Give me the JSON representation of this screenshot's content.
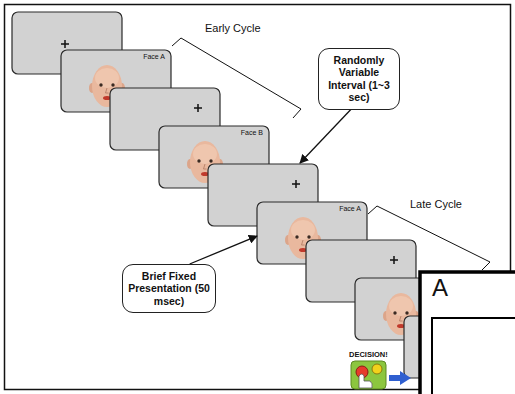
{
  "diagram": {
    "nodes": [
      {
        "text": [
          "Face A"
        ]
      },
      {
        "text": [
          "Randomly Variable Interval (1~3 sec)"
        ]
      },
      {
        "text": [
          "Face B"
        ]
      },
      {
        "text": [
          "Face A"
        ]
      },
      {
        "text": [
          "Brief Fixed Presentation (50 msec)"
        ]
      }
    ],
    "edges": [
      {
        "from": 4,
        "to": 3,
        "arrow": "to"
      }
    ],
    "labels": [
      "Early Cycle",
      "Late Cycle",
      "DECISION!",
      "A"
    ]
  }
}
